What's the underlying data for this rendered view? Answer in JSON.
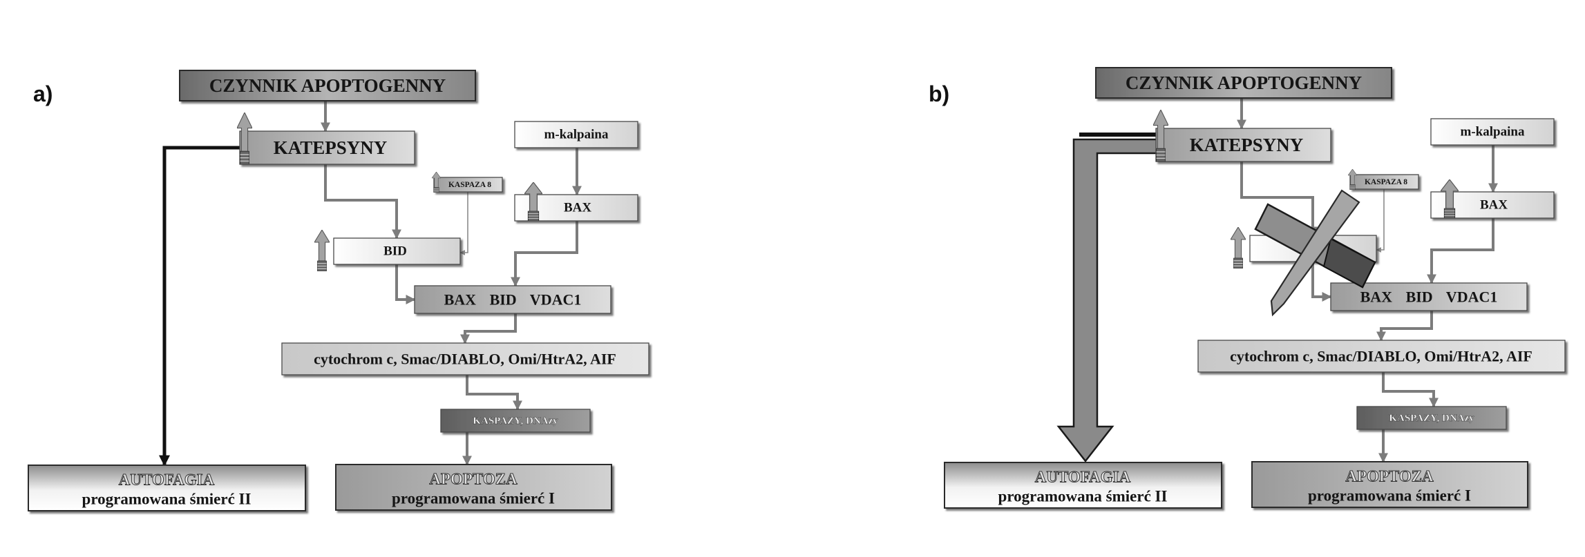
{
  "labels": {
    "a": "a)",
    "b": "b)"
  },
  "nodes": {
    "czynnik": "CZYNNIK APOPTOGENNY",
    "katepsyny": "KATEPSYNY",
    "m_kalpaina": "m-kalpaina",
    "bax": "BAX",
    "kaspaza8": "KASPAZA 8",
    "bid": "BID",
    "bax_bid_vdac1": "BAX BID VDAC1",
    "cytochrom": "cytochrom c, Smac/DIABLO, Omi/HtrA2, AIF",
    "kaspazy": "KASPAZY, DNAzy",
    "apoptoza": "APOPTOZA",
    "apoptoza_sub": "programowana śmierć I",
    "autofagia": "AUTOFAGIA",
    "autofagia_sub": "programowana śmierć II"
  },
  "icons": {
    "upregulation": "up-arrow-icon",
    "inhibition": "cross-mark-icon"
  },
  "colors": {
    "connector": "#7c7c7c",
    "autophagy_path": "#111111",
    "box_border": "#4a4a4a"
  }
}
